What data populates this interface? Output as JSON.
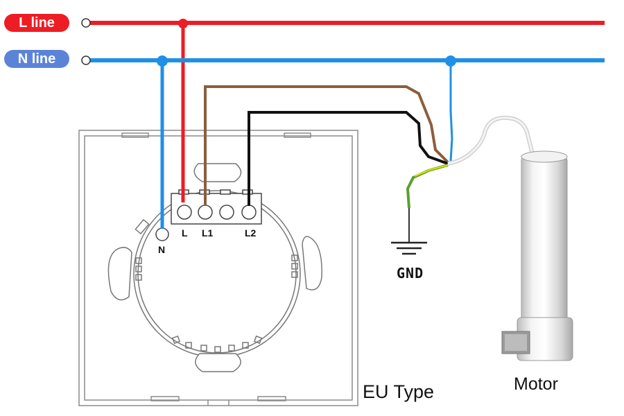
{
  "lines": {
    "l_line": "L line",
    "n_line": "N line"
  },
  "terminals": {
    "l": "L",
    "l1": "L1",
    "l2": "L2",
    "n": "N"
  },
  "labels": {
    "gnd": "GND",
    "eu_type": "EU Type",
    "motor": "Motor"
  },
  "colors": {
    "live": "#ee1c24",
    "neutral": "#1e90e6",
    "l1_wire": "#8b5e3c",
    "l2_wire": "#111111",
    "earth_green": "#5aa02c",
    "earth_yellow": "#e8e000",
    "n_pill": "#5b84d9"
  }
}
